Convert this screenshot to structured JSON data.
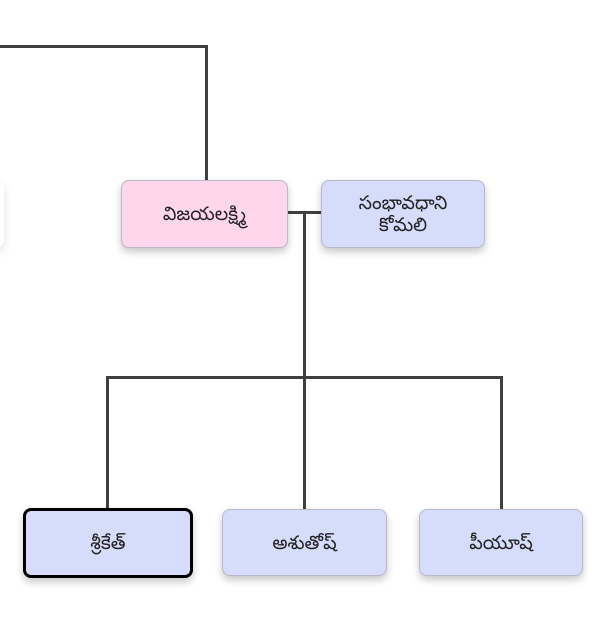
{
  "tree": {
    "parents": [
      {
        "name": "విజయలక్ష్మి",
        "color": "#ffd6ec"
      },
      {
        "name": "సంభావధాని కోమలి",
        "color": "#d6dcfc"
      }
    ],
    "children": [
      {
        "name": "శ్రీకేత్",
        "selected": true
      },
      {
        "name": "అశుతోష్",
        "selected": false
      },
      {
        "name": "పీయూష్",
        "selected": false
      }
    ]
  }
}
